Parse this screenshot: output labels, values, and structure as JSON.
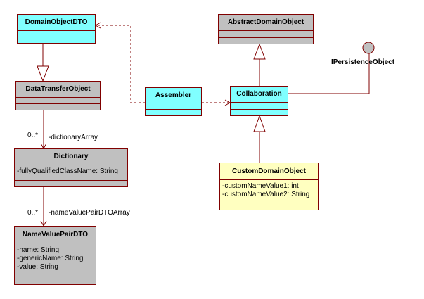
{
  "classes": {
    "domain_object_dto": {
      "name": "DomainObjectDTO",
      "color": "#80ffff"
    },
    "data_transfer_object": {
      "name": "DataTransferObject",
      "color": "#c0c0c0"
    },
    "dictionary": {
      "name": "Dictionary",
      "color": "#c0c0c0",
      "attributes": [
        "-fullyQualifiedClassName: String"
      ]
    },
    "name_value_pair_dto": {
      "name": "NameValuePairDTO",
      "color": "#c0c0c0",
      "attributes": [
        "-name: String",
        "-genericName: String",
        "-value: String"
      ]
    },
    "assembler": {
      "name": "Assembler",
      "color": "#80ffff"
    },
    "abstract_domain_object": {
      "name": "AbstractDomainObject",
      "color": "#c0c0c0"
    },
    "collaboration": {
      "name": "Collaboration",
      "color": "#80ffff"
    },
    "custom_domain_object": {
      "name": "CustomDomainObject",
      "color": "#ffffc0",
      "attributes": [
        "-customNameValue1: int",
        "-customNameValue2: String"
      ]
    }
  },
  "interface": {
    "name": "IPersistenceObject"
  },
  "associations": {
    "dictionary_array": {
      "multiplicity": "0..*",
      "role": "-dictionaryArray"
    },
    "name_value_pair_array": {
      "multiplicity": "0..*",
      "role": "-nameValuePairDTOArray"
    }
  },
  "colors": {
    "line": "#800000",
    "cyan": "#80ffff",
    "gray": "#c0c0c0",
    "yellow": "#ffffc0"
  }
}
